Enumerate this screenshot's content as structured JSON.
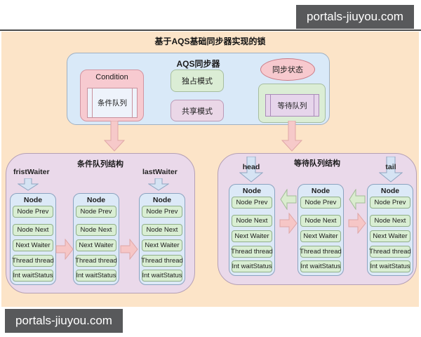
{
  "watermarks": {
    "top": "portals-jiuyou.com",
    "bottom": "portals-jiuyou.com"
  },
  "main_title": "基于AQS基础同步器实现的锁",
  "aqs_panel": {
    "title": "AQS同步器",
    "condition_label": "Condition",
    "condition_queue": "条件队列",
    "exclusive_mode": "独占模式",
    "shared_mode": "共享模式",
    "sync_state": "同步状态",
    "wait_queue": "等待队列"
  },
  "condition_section": {
    "title": "条件队列结构",
    "first_pointer": "fristWaiter",
    "last_pointer": "lastWaiter"
  },
  "wait_section": {
    "title": "等待队列结构",
    "head_pointer": "head",
    "tail_pointer": "tail"
  },
  "node": {
    "title": "Node",
    "fields": [
      "Node Prev",
      "Node Next",
      "Next Waiter",
      "Thread thread",
      "Int waitStatus"
    ]
  },
  "colors": {
    "canvas_bg": "#fce4c8",
    "panel_blue": "#d9e9f8",
    "pink_box": "#f7cad0",
    "green_box": "#dbedd5",
    "purple_box": "#ead7e7",
    "section_bg": "#ead9ea",
    "node_bg": "#dce9f7",
    "field_green": "#d9eed3",
    "arrow_pink": "#f6c9c9",
    "arrow_blue": "#d5e3f3",
    "arrow_green": "#daeccf",
    "watermark_bg": "#58595b"
  }
}
